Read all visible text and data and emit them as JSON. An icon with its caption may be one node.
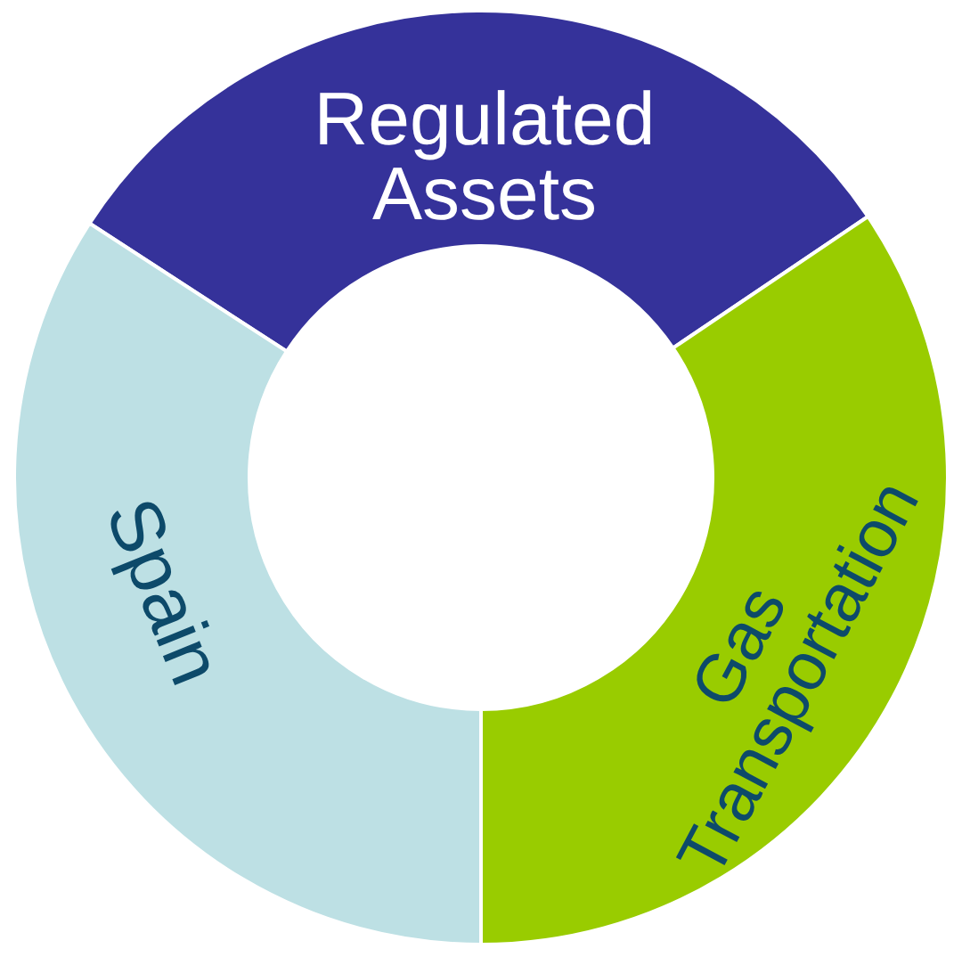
{
  "diagram": {
    "nodes": [
      {
        "text": [
          "Regulated Assets"
        ]
      },
      {
        "text": [
          "Gas Transportation"
        ]
      },
      {
        "text": [
          "Spain"
        ]
      }
    ]
  }
}
